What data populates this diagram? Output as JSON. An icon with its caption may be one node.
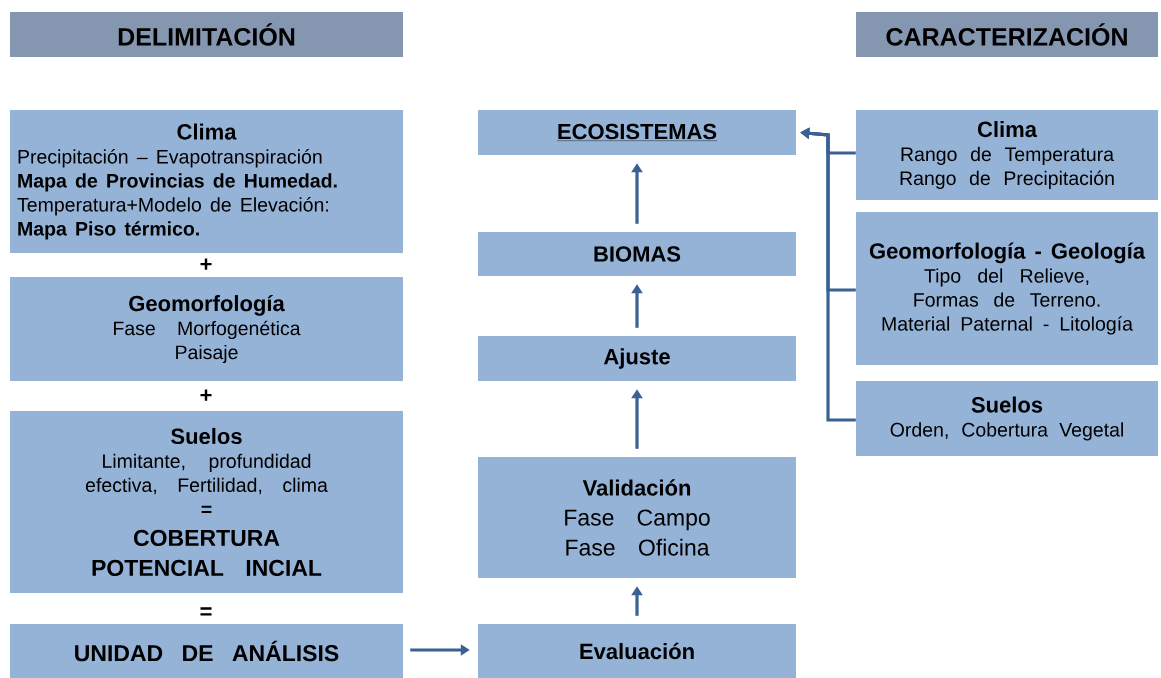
{
  "diagram": {
    "nodes": [
      {
        "text": [
          "DELIMITACIÓN"
        ]
      },
      {
        "text": [
          "CARACTERIZACIÓN"
        ]
      },
      {
        "text": [
          "Clima",
          "Precipitación – Evapotranspiración",
          "Mapa de Provincias de Humedad.",
          "Temperatura+Modelo de Elevación:",
          "Mapa Piso térmico."
        ]
      },
      {
        "text": [
          "Geomorfología",
          "Fase Morfogenética",
          "Paisaje"
        ]
      },
      {
        "text": [
          "Suelos",
          "Limitante, profundidad efectiva, Fertilidad, clima",
          "=",
          "COBERTURA POTENCIAL INCIAL"
        ]
      },
      {
        "text": [
          "UNIDAD DE ANÁLISIS"
        ]
      },
      {
        "text": [
          "ECOSISTEMAS"
        ]
      },
      {
        "text": [
          "BIOMAS"
        ]
      },
      {
        "text": [
          "Ajuste"
        ]
      },
      {
        "text": [
          "Validación",
          "Fase Campo",
          "Fase Oficina"
        ]
      },
      {
        "text": [
          "Evaluación"
        ]
      },
      {
        "text": [
          "Clima",
          "Rango de Temperatura",
          "Rango de Precipitación"
        ]
      },
      {
        "text": [
          "Geomorfología - Geología",
          "Tipo del Relieve, Formas de Terreno.",
          "Material Paternal - Litología"
        ]
      },
      {
        "text": [
          "Suelos",
          "Orden, Cobertura Vegetal"
        ]
      }
    ],
    "edges": [
      {
        "from": 5,
        "to": 10,
        "arrow": "to"
      },
      {
        "from": 10,
        "to": 9,
        "arrow": "to"
      },
      {
        "from": 9,
        "to": 8,
        "arrow": "to"
      },
      {
        "from": 8,
        "to": 7,
        "arrow": "to"
      },
      {
        "from": 7,
        "to": 6,
        "arrow": "to"
      },
      {
        "from": 11,
        "to": 6,
        "arrow": "to"
      },
      {
        "from": 12,
        "to": 6,
        "arrow": "to"
      },
      {
        "from": 13,
        "to": 6,
        "arrow": "to"
      }
    ],
    "labels": [
      "+",
      "+",
      "="
    ]
  }
}
